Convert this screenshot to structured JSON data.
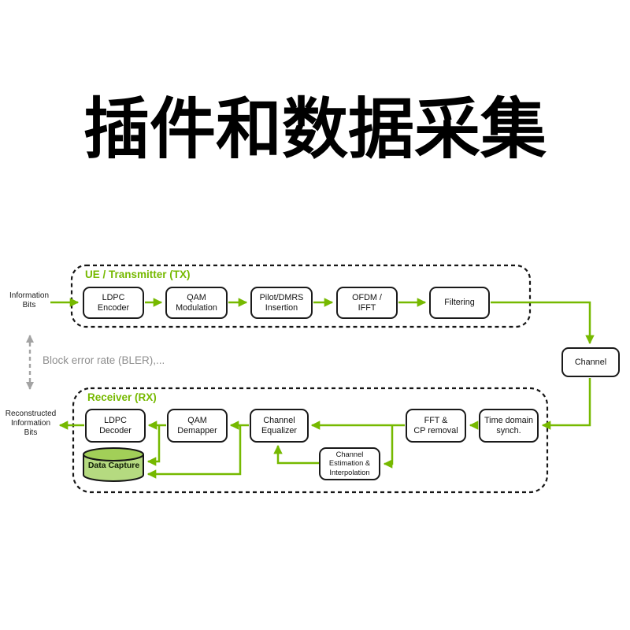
{
  "title": "插件和数据采集",
  "colors": {
    "accent_green": "#76b900",
    "box_border": "#1a1a1a",
    "gray_text": "#8f8f8f",
    "cylinder_top": "#a2cf58",
    "cylinder_body": "#b5da80"
  },
  "diagram": {
    "tx": {
      "label": "UE / Transmitter (TX)",
      "blocks": [
        {
          "label": "LDPC\nEncoder"
        },
        {
          "label": "QAM\nModulation"
        },
        {
          "label": "Pilot/DMRS\nInsertion"
        },
        {
          "label": "OFDM /\nIFFT"
        },
        {
          "label": "Filtering"
        }
      ]
    },
    "channel": {
      "label": "Channel"
    },
    "rx": {
      "label": "Receiver (RX)",
      "blocks": [
        {
          "label": "LDPC\nDecoder"
        },
        {
          "label": "QAM\nDemapper"
        },
        {
          "label": "Channel\nEqualizer"
        },
        {
          "label": "FFT &\nCP removal"
        },
        {
          "label": "Time domain\nsynch."
        },
        {
          "label": "Channel\nEstimation &\nInterpolation"
        }
      ]
    },
    "data_capture": {
      "label": "Data Capture"
    },
    "input_label": "Information\nBits",
    "output_label": "Reconstructed\nInformation\nBits",
    "metric_label": "Block error rate (BLER),..."
  }
}
